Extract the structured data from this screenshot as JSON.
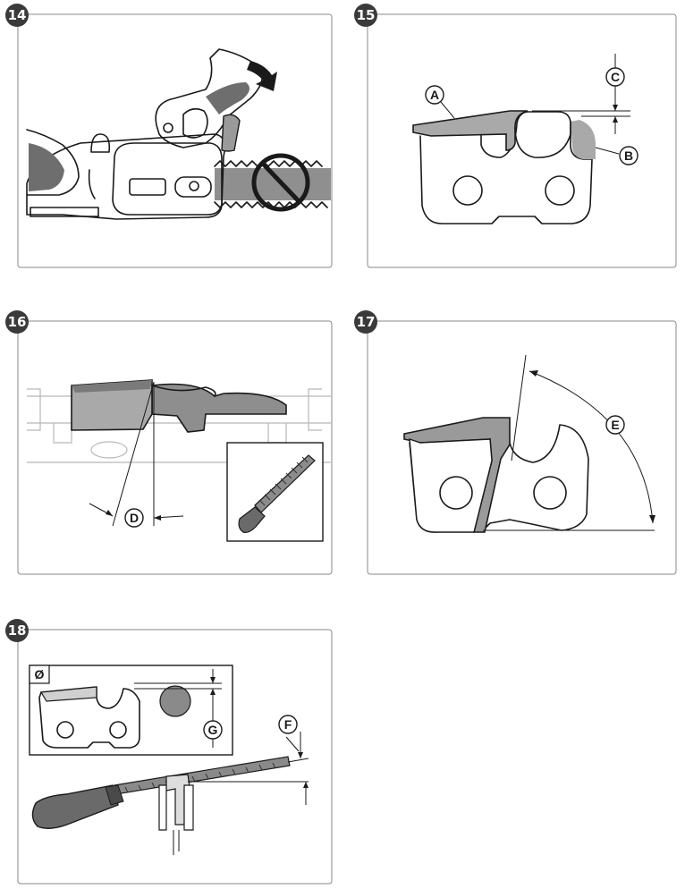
{
  "panels": [
    {
      "number": "14"
    },
    {
      "number": "15",
      "labels": [
        "A",
        "B",
        "C"
      ]
    },
    {
      "number": "16",
      "labels": [
        "D"
      ]
    },
    {
      "number": "17",
      "labels": [
        "E"
      ]
    },
    {
      "number": "18",
      "labels": [
        "F",
        "G"
      ],
      "symbol": "Ø"
    }
  ]
}
